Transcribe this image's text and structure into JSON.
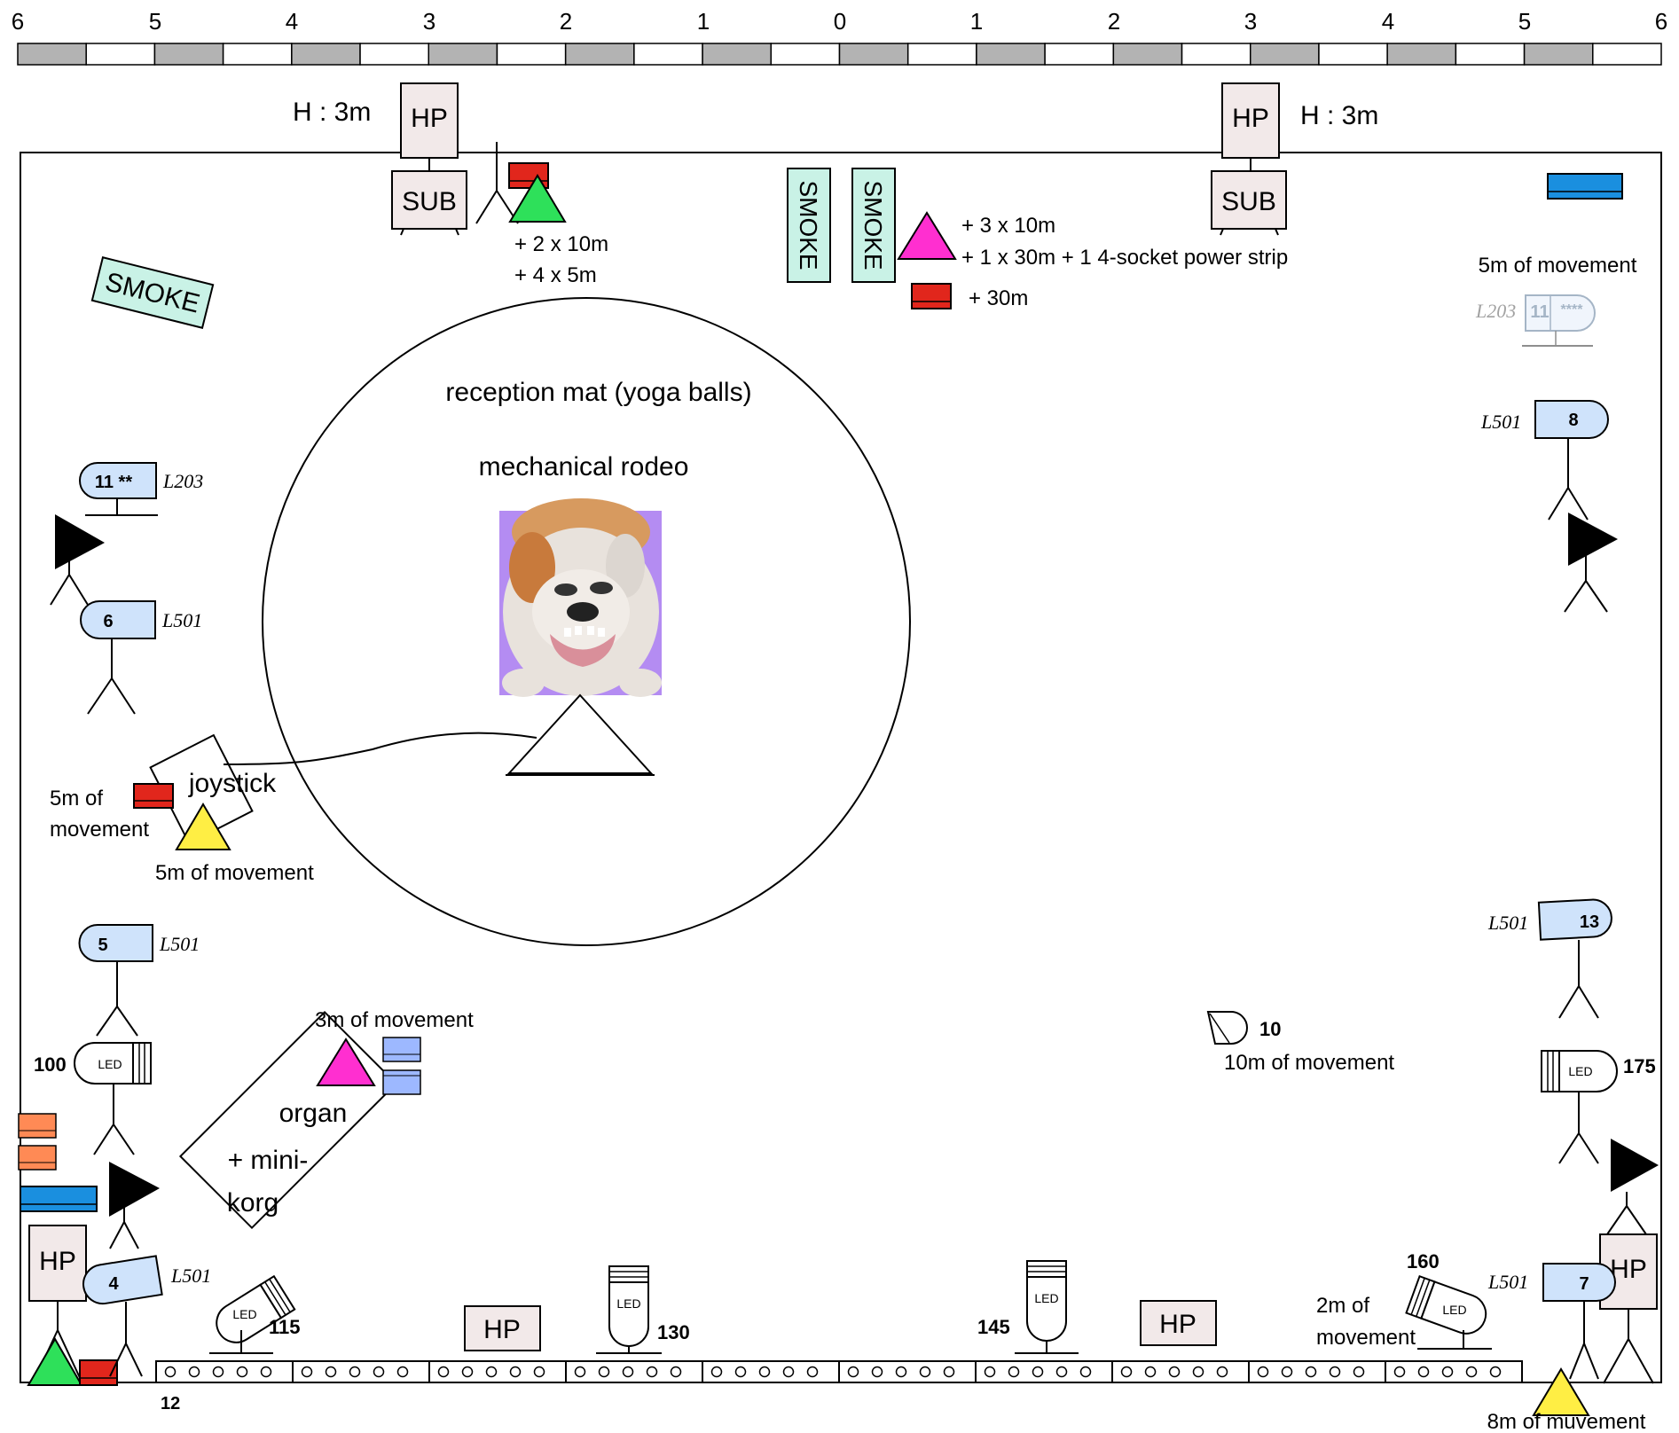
{
  "scale": {
    "ticks": [
      "6",
      "5",
      "4",
      "3",
      "2",
      "1",
      "0",
      "1",
      "2",
      "3",
      "4",
      "5",
      "6"
    ],
    "colors": {
      "dark": "#b3b3b3",
      "light": "#ffffff"
    }
  },
  "colors": {
    "hp_fill": "#f2e9e9",
    "smoke_fill": "#c9f2e6",
    "green": "#2ee05a",
    "magenta": "#ff2fd0",
    "yellow": "#ffee44",
    "red": "#e1261c",
    "blue_bar": "#1a8fdf",
    "light_blue_block": "#9db8ff",
    "orange": "#ff8a55",
    "fixture_blue": "#cfe3fb",
    "image_bg": "#b48cf2"
  },
  "labels": {
    "h_left": "H : 3m",
    "h_right": "H : 3m",
    "hp": "HP",
    "sub": "SUB",
    "smoke": "SMOKE",
    "cables_left_1": "+ 2 x 10m",
    "cables_left_2": "+ 4 x 5m",
    "cables_center_1": "+ 3 x 10m",
    "cables_center_2": "+ 1 x 30m + 1 4-socket power strip",
    "cables_center_3": "+ 30m",
    "move_5m": "5m of movement",
    "reception": "reception mat (yoga balls)",
    "rodeo": "mechanical rodeo",
    "joystick": "joystick",
    "move_5m_split_1": "5m of",
    "move_5m_split_2": "movement",
    "move_3m": "3m of movement",
    "organ_1": "organ",
    "organ_2": "+ mini-",
    "organ_3": "korg",
    "move_10m": "10m of movement",
    "move_2m_1": "2m of",
    "move_2m_2": "movement",
    "move_8m": "8m of muvement",
    "led": "LED"
  },
  "fixtures": {
    "f11_left": {
      "num": "11 **",
      "model": "L203"
    },
    "f11_right": {
      "num": "11",
      "stars": "****",
      "model": "L203"
    },
    "f8": {
      "num": "8",
      "model": "L501"
    },
    "f6": {
      "num": "6",
      "model": "L501"
    },
    "f5": {
      "num": "5",
      "model": "L501"
    },
    "f13": {
      "num": "13",
      "model": "L501"
    },
    "f4": {
      "num": "4",
      "model": "L501"
    },
    "f7": {
      "num": "7",
      "model": "L501"
    },
    "f10": {
      "num": "10"
    },
    "led100": {
      "num": "100"
    },
    "led175": {
      "num": "175"
    },
    "led115": {
      "num": "115"
    },
    "led130": {
      "num": "130"
    },
    "led145": {
      "num": "145"
    },
    "led160": {
      "num": "160"
    },
    "truss_label": "12"
  }
}
